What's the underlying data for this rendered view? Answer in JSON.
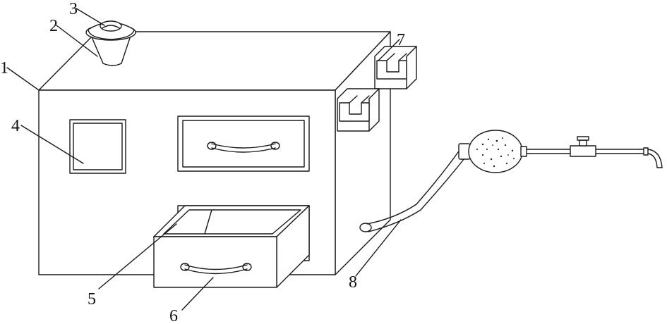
{
  "figure": {
    "labels": {
      "l1": "1",
      "l2": "2",
      "l3": "3",
      "l4": "4",
      "l5": "5",
      "l6": "6",
      "l7": "7",
      "l8": "8"
    }
  },
  "colors": {
    "line": "#1a1a1a",
    "background": "#ffffff"
  }
}
